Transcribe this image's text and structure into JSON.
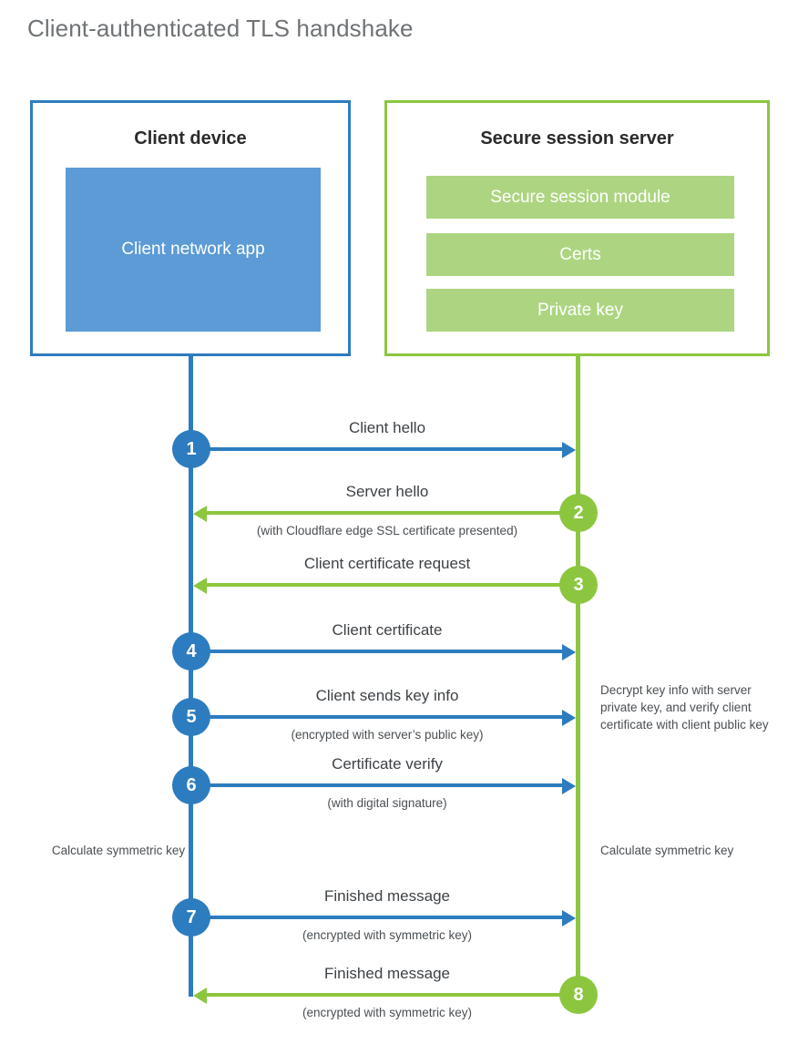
{
  "title": "Client-authenticated TLS handshake",
  "colors": {
    "blue": "#2d7cbf",
    "blue_light": "#5c9bd5",
    "green": "#8cc63e",
    "green_light": "#add581",
    "text": "#3d4246",
    "title_text": "#6f7376"
  },
  "parties": {
    "client": {
      "title": "Client device",
      "blocks": [
        "Client network app"
      ]
    },
    "server": {
      "title": "Secure session server",
      "blocks": [
        "Secure session module",
        "Certs",
        "Private key"
      ]
    }
  },
  "steps": [
    {
      "number": "1",
      "label": "Client hello",
      "sub": "",
      "direction": "client-to-server",
      "color": "#2d7cbf"
    },
    {
      "number": "2",
      "label": "Server hello",
      "sub": "(with Cloudflare edge SSL certificate presented)",
      "direction": "server-to-client",
      "color": "#8cc63e"
    },
    {
      "number": "3",
      "label": "Client certificate request",
      "sub": "",
      "direction": "server-to-client",
      "color": "#8cc63e"
    },
    {
      "number": "4",
      "label": "Client certificate",
      "sub": "",
      "direction": "client-to-server",
      "color": "#2d7cbf"
    },
    {
      "number": "5",
      "label": "Client sends key info",
      "sub": "(encrypted with server’s public key)",
      "direction": "client-to-server",
      "color": "#2d7cbf"
    },
    {
      "number": "6",
      "label": "Certificate verify",
      "sub": "(with digital signature)",
      "direction": "client-to-server",
      "color": "#2d7cbf"
    },
    {
      "number": "7",
      "label": "Finished message",
      "sub": "(encrypted with symmetric key)",
      "direction": "client-to-server",
      "color": "#2d7cbf"
    },
    {
      "number": "8",
      "label": "Finished message",
      "sub": "(encrypted with symmetric key)",
      "direction": "server-to-client",
      "color": "#8cc63e"
    }
  ],
  "annotations": {
    "server_decrypt": "Decrypt key info with server private key, and verify client certificate with client public key",
    "client_calculate": "Calculate symmetric key",
    "server_calculate": "Calculate symmetric key"
  }
}
